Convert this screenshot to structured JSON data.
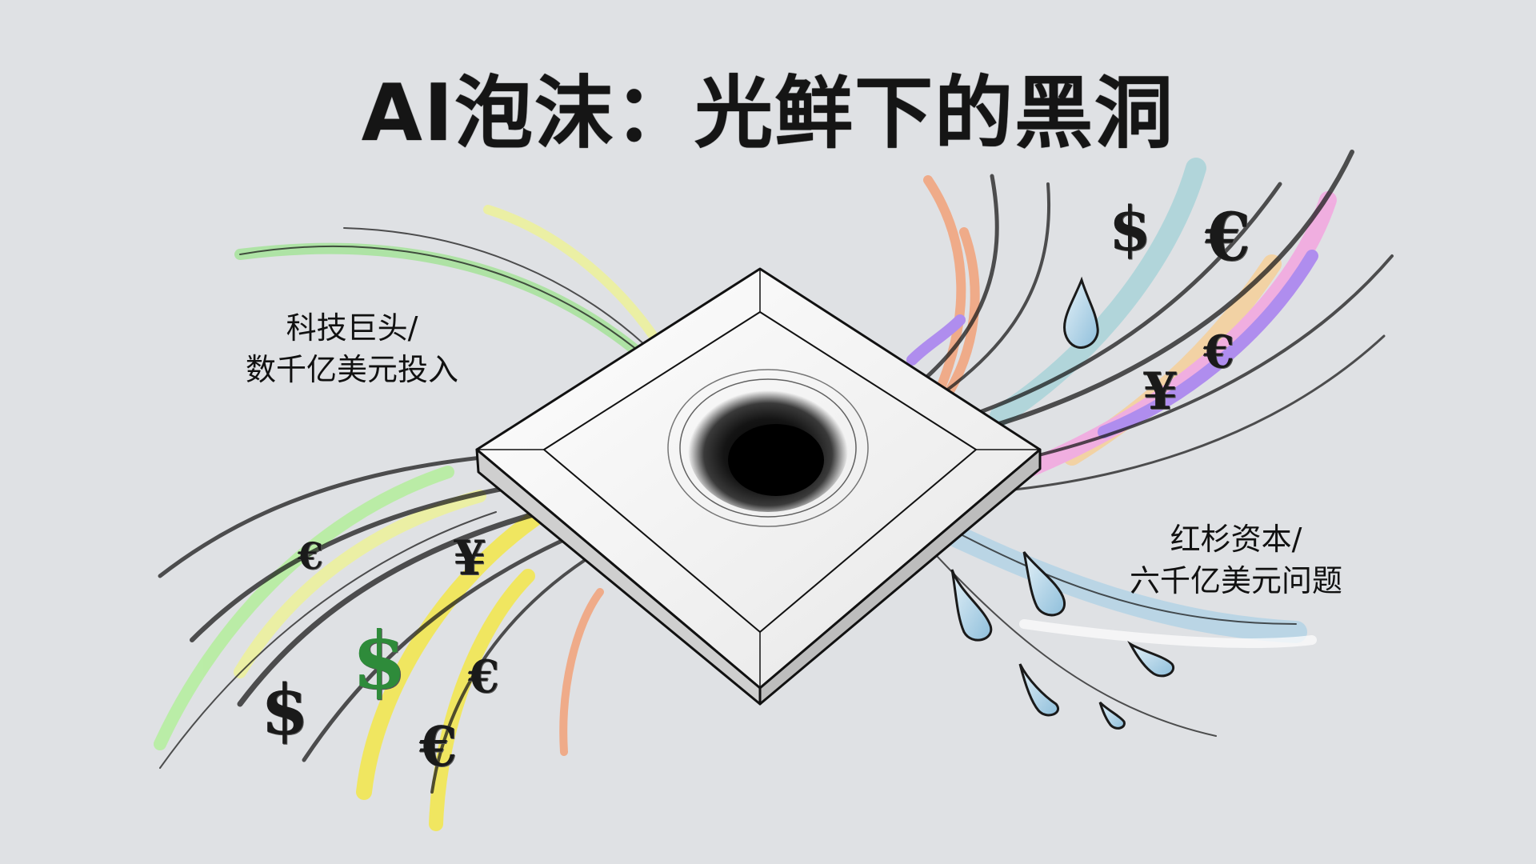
{
  "title": "AI泡沫：光鲜下的黑洞",
  "labels": {
    "left": {
      "line1": "科技巨头/",
      "line2": "数千亿美元投入"
    },
    "right": {
      "line1": "红杉资本/",
      "line2": "六千亿美元问题"
    }
  },
  "symbols": {
    "left": [
      {
        "glyph": "€",
        "color": "#1a1a1a"
      },
      {
        "glyph": "¥",
        "color": "#1a1a1a"
      },
      {
        "glyph": "$",
        "color": "#2e8b3a"
      },
      {
        "glyph": "$",
        "color": "#1a1a1a"
      },
      {
        "glyph": "€",
        "color": "#1a1a1a"
      },
      {
        "glyph": "€",
        "color": "#1a1a1a"
      }
    ],
    "right": [
      {
        "glyph": "$",
        "color": "#1a1a1a"
      },
      {
        "glyph": "€",
        "color": "#1a1a1a"
      },
      {
        "glyph": "€",
        "color": "#1a1a1a"
      },
      {
        "glyph": "¥",
        "color": "#1a1a1a"
      }
    ]
  },
  "colors": {
    "background": "#dfe1e4",
    "green": "#a6e39a",
    "yellow": "#f3e84a",
    "lime": "#e8f29a",
    "orange": "#f2a27a",
    "teal": "#a9d4d9",
    "purple": "#a77ff0",
    "pink": "#f3a6e0",
    "peach": "#f6d09a",
    "water": "#a9d0e6",
    "ink": "#111111"
  }
}
